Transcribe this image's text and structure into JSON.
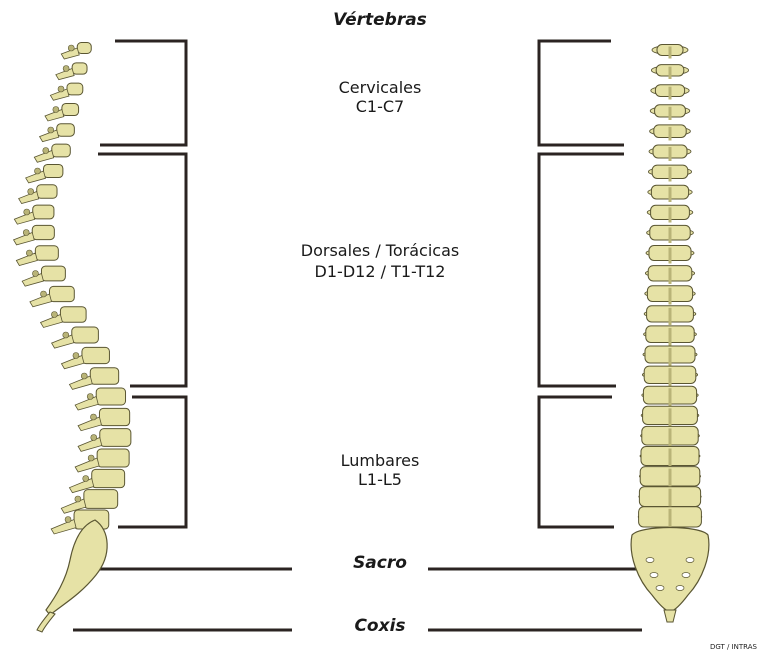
{
  "title": "Vértebras",
  "regions": [
    {
      "name": "Cervicales",
      "range": "C1-C7"
    },
    {
      "name": "Dorsales / Torácicas",
      "range": "D1-D12 / T1-T12"
    },
    {
      "name": "Lumbares",
      "range": "L1-L5"
    }
  ],
  "sacrum": "Sacro",
  "coccyx": "Coxis",
  "credit": "DGT / INTRAS",
  "colors": {
    "bone": "#e6e2a6",
    "bone_outline": "#5a5632",
    "bone_shadow": "#b9b478",
    "bracket": "#2b2422"
  }
}
